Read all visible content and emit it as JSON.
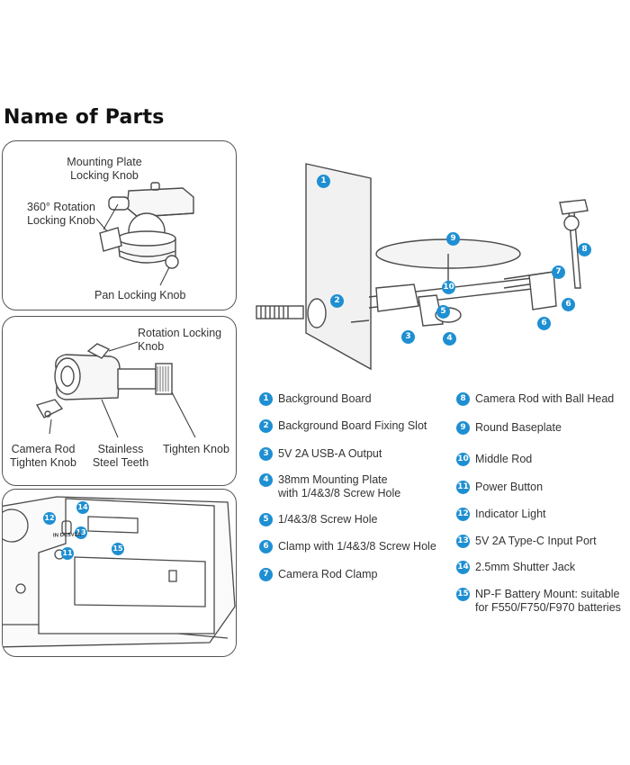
{
  "title": "Name of Parts",
  "panel1": {
    "mounting_plate_label": "Mounting Plate\nLocking Knob",
    "rotation_label": "360° Rotation\nLocking Knob",
    "pan_label": "Pan Locking Knob"
  },
  "panel2": {
    "rotation_label": "Rotation Locking\nKnob",
    "camera_rod_label": "Camera Rod\nTighten Knob",
    "steel_label": "Stainless\nSteel Teeth",
    "tighten_label": "Tighten Knob"
  },
  "panel3": {
    "port_label": "IN DC5V2A",
    "badges": [
      "12",
      "14",
      "13",
      "11",
      "15"
    ]
  },
  "diagram": {
    "badges": [
      "1",
      "2",
      "3",
      "4",
      "5",
      "6",
      "7",
      "8",
      "9",
      "10",
      "6"
    ]
  },
  "legend_left": [
    {
      "num": "1",
      "text": "Background Board"
    },
    {
      "num": "2",
      "text": "Background Board Fixing Slot"
    },
    {
      "num": "3",
      "text": "5V 2A USB-A Output"
    },
    {
      "num": "4",
      "text": "38mm Mounting Plate\nwith 1/4&3/8 Screw Hole"
    },
    {
      "num": "5",
      "text": "1/4&3/8 Screw Hole"
    },
    {
      "num": "6",
      "text": "Clamp with 1/4&3/8 Screw Hole"
    },
    {
      "num": "7",
      "text": "Camera Rod Clamp"
    }
  ],
  "legend_right": [
    {
      "num": "8",
      "text": "Camera Rod with Ball Head"
    },
    {
      "num": "9",
      "text": "Round Baseplate"
    },
    {
      "num": "10",
      "text": "Middle Rod"
    },
    {
      "num": "11",
      "text": "Power Button"
    },
    {
      "num": "12",
      "text": "Indicator Light"
    },
    {
      "num": "13",
      "text": "5V 2A Type-C Input Port"
    },
    {
      "num": "14",
      "text": "2.5mm Shutter Jack"
    },
    {
      "num": "15",
      "text": "NP-F Battery Mount: suitable\nfor F550/F750/F970 batteries"
    }
  ],
  "colors": {
    "accent": "#1e8fd2",
    "line": "#555555"
  }
}
